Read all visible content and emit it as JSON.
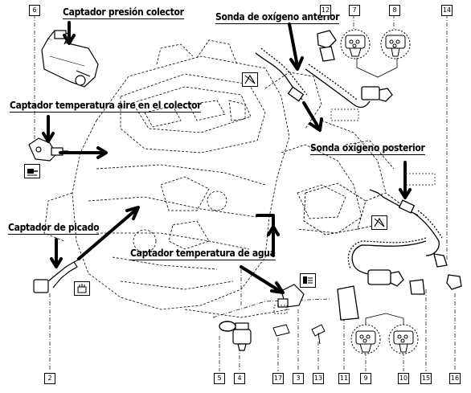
{
  "labels": {
    "map_sensor": "Captador presión colector",
    "front_o2": "Sonda de oxígeno anterior",
    "intake_air_temp": "Captador temperatura aire en el colector",
    "rear_o2": "Sonda oxígeno posterior",
    "knock_sensor": "Captador de picado",
    "coolant_temp": "Captador temperatura de agua"
  },
  "callouts": {
    "n6": "6",
    "n7": "7",
    "n8": "8",
    "n14": "14",
    "n12": "12",
    "n2": "2",
    "n5": "5",
    "n4": "4",
    "n17": "17",
    "n3": "3",
    "n13": "13",
    "n11": "11",
    "n9": "9",
    "n10": "10",
    "n15": "15",
    "n16": "16"
  },
  "icons": {
    "sensor_symbol": "sensor-symbol-icon",
    "coolant_symbol": "coolant-temp-icon",
    "exhaust_symbol": "exhaust-o2-icon",
    "tool_symbol": "tool-icon"
  }
}
